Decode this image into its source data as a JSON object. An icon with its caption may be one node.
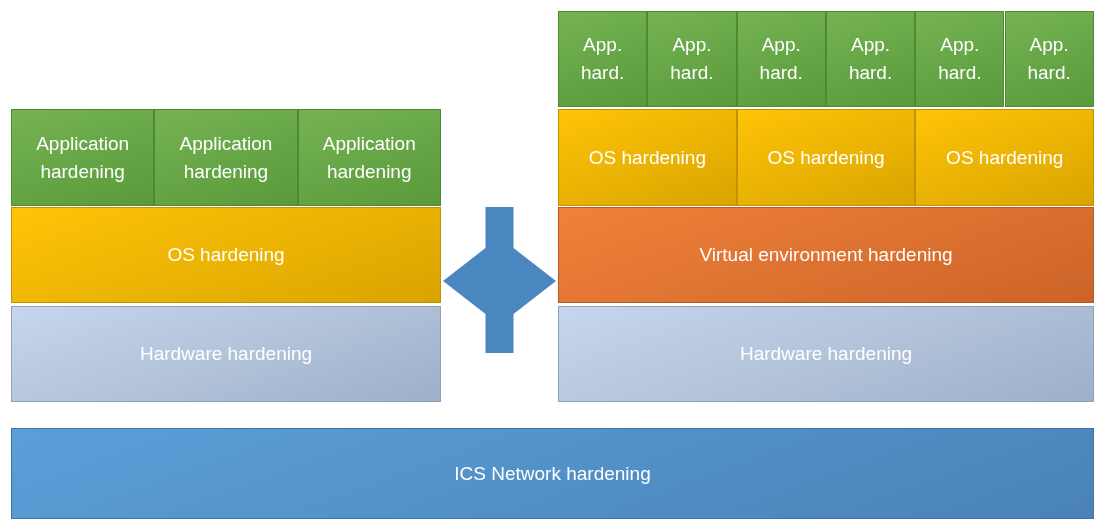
{
  "diagram": {
    "nodes": [
      {
        "text": [
          "Application hardening"
        ]
      },
      {
        "text": [
          "Application hardening"
        ]
      },
      {
        "text": [
          "Application hardening"
        ]
      },
      {
        "text": [
          "OS hardening"
        ]
      },
      {
        "text": [
          "Hardware hardening"
        ]
      },
      {
        "text": [
          "App. hard."
        ]
      },
      {
        "text": [
          "App. hard."
        ]
      },
      {
        "text": [
          "App. hard."
        ]
      },
      {
        "text": [
          "App. hard."
        ]
      },
      {
        "text": [
          "App. hard."
        ]
      },
      {
        "text": [
          "App. hard."
        ]
      },
      {
        "text": [
          "OS hardening"
        ]
      },
      {
        "text": [
          "OS hardening"
        ]
      },
      {
        "text": [
          "OS hardening"
        ]
      },
      {
        "text": [
          "Virtual environment hardening"
        ]
      },
      {
        "text": [
          "Hardware hardening"
        ]
      },
      {
        "text": [
          "ICS Network hardening"
        ]
      }
    ],
    "edges": [
      {
        "from": 3,
        "to": 14,
        "arrow": "both",
        "style": "thick"
      }
    ]
  }
}
